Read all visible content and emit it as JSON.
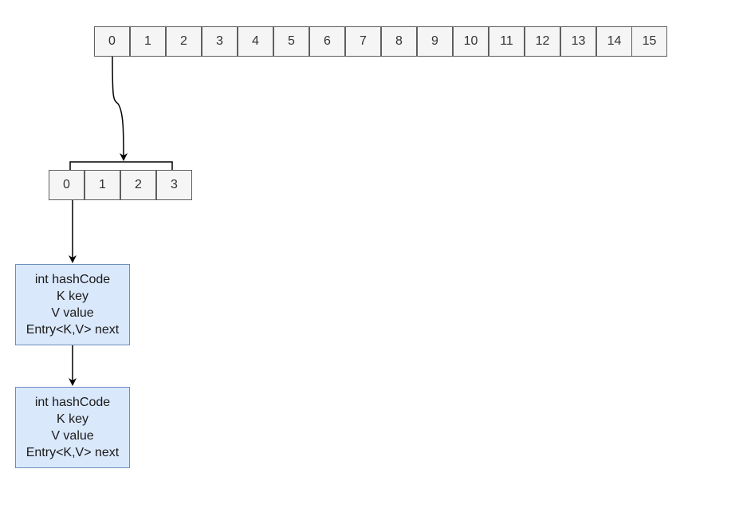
{
  "bucket_array": {
    "indices": [
      "0",
      "1",
      "2",
      "3",
      "4",
      "5",
      "6",
      "7",
      "8",
      "9",
      "10",
      "11",
      "12",
      "13",
      "14",
      "15"
    ]
  },
  "segment_array": {
    "indices": [
      "0",
      "1",
      "2",
      "3"
    ]
  },
  "entries": [
    {
      "line1": "int hashCode",
      "line2": "K key",
      "line3": "V value",
      "line4": "Entry<K,V> next"
    },
    {
      "line1": "int hashCode",
      "line2": "K key",
      "line3": "V value",
      "line4": "Entry<K,V> next"
    }
  ],
  "colors": {
    "cell_fill": "#f5f5f5",
    "cell_border": "#5f5f5f",
    "entry_fill": "#dae8fc",
    "entry_border": "#6c8ebf",
    "line": "#000000"
  }
}
